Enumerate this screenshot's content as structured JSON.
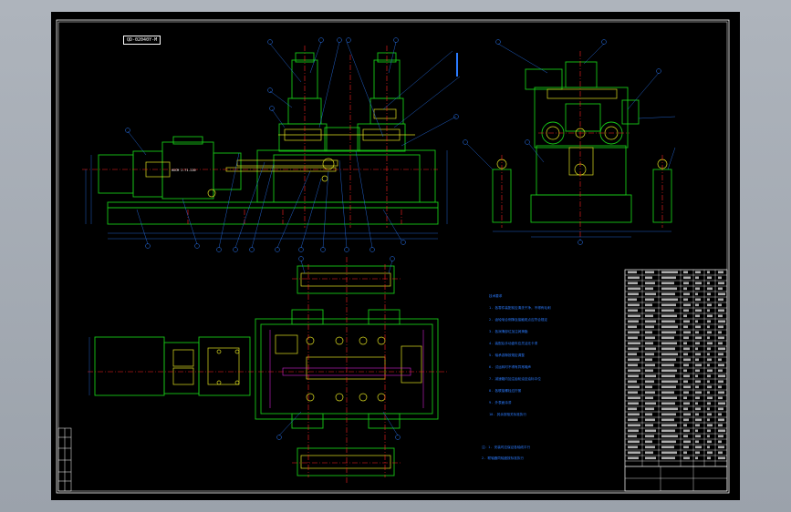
{
  "drawing": {
    "title_tag": "QD-02040Y-M",
    "motor_label": "HXCM 2-71-220",
    "tech_requirements": [
      "技术要求",
      "1. 各零件装配前应清洗干净，不得有毛刺",
      "2. 齿轮啮合侧隙及接触斑点应符合规定",
      "3. 各润滑部位加注润滑脂",
      "4. 装配后手动盘车应灵活无卡滞",
      "5. 轴承游隙按规定调整",
      "6. 试运转时不得有异常噪声",
      "7. 减速箱内加注齿轮油至油标中位",
      "8. 各联接螺栓应拧紧",
      "9. 外表面涂漆",
      "10. 其余按相关标准执行"
    ],
    "notes": [
      "注：1. 安装时应保证各轴线平行",
      "2. 联轴器同轴度按标准执行"
    ]
  },
  "colors": {
    "background": "#000000",
    "frame": "#ffffff",
    "machine": "#18c818",
    "detail": "#e0e020",
    "callout": "#2b7bff",
    "centerline": "#ff2020",
    "accent": "#d020d0"
  }
}
